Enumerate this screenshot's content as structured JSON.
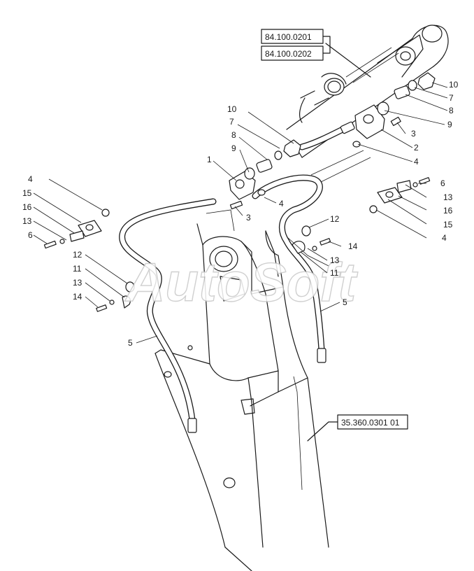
{
  "watermark": "AutoSoft",
  "references": [
    {
      "id": "ref-84-100-0201",
      "text": "84.100.0201"
    },
    {
      "id": "ref-84-100-0202",
      "text": "84.100.0202"
    },
    {
      "id": "ref-35-360-0301-01",
      "text": "35.360.0301 01"
    }
  ],
  "callouts": [
    {
      "text": "10"
    },
    {
      "text": "7"
    },
    {
      "text": "8"
    },
    {
      "text": "9"
    },
    {
      "text": "3"
    },
    {
      "text": "2"
    },
    {
      "text": "4"
    },
    {
      "text": "10"
    },
    {
      "text": "7"
    },
    {
      "text": "8"
    },
    {
      "text": "9"
    },
    {
      "text": "1"
    },
    {
      "text": "4"
    },
    {
      "text": "3"
    },
    {
      "text": "4"
    },
    {
      "text": "15"
    },
    {
      "text": "16"
    },
    {
      "text": "13"
    },
    {
      "text": "6"
    },
    {
      "text": "12"
    },
    {
      "text": "11"
    },
    {
      "text": "13"
    },
    {
      "text": "14"
    },
    {
      "text": "5"
    },
    {
      "text": "6"
    },
    {
      "text": "13"
    },
    {
      "text": "16"
    },
    {
      "text": "15"
    },
    {
      "text": "4"
    },
    {
      "text": "12"
    },
    {
      "text": "14"
    },
    {
      "text": "13"
    },
    {
      "text": "11"
    },
    {
      "text": "5"
    }
  ]
}
